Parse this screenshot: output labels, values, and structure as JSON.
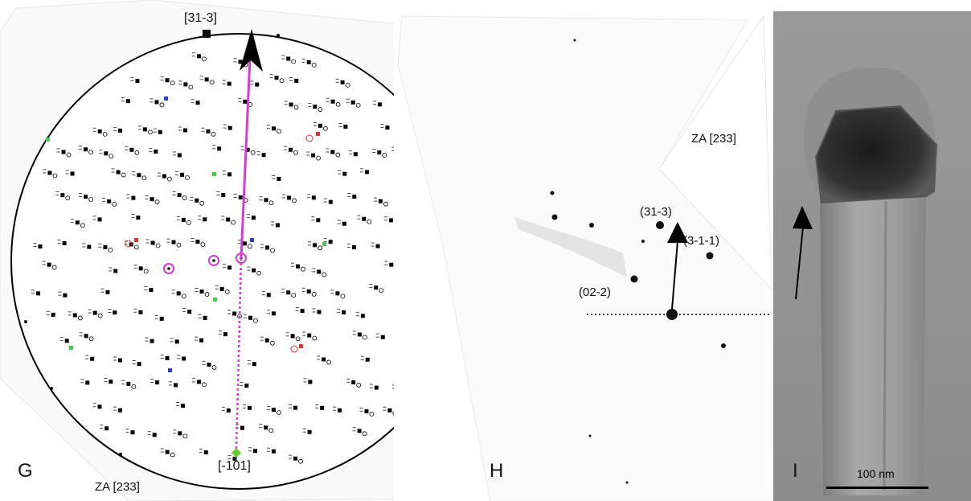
{
  "panels": {
    "g": {
      "letter": "G",
      "zone_axis": "ZA [233]",
      "top_pole": "[31-3]",
      "bottom_pole": "[-101]",
      "colors": {
        "main_line": "#d63ad6",
        "circle": "#000000",
        "pole_top": "#111111",
        "pole_bottom": "#66cc33",
        "marker_red": "#e03030",
        "marker_blue": "#2a3fd0",
        "marker_green": "#44cc44"
      }
    },
    "h": {
      "letter": "H",
      "zone_axis": "ZA [233]",
      "spots": [
        "(31-3)",
        "(3-1-1)",
        "(02-2)"
      ]
    },
    "i": {
      "letter": "I",
      "scale_bar": "100 nm"
    }
  }
}
